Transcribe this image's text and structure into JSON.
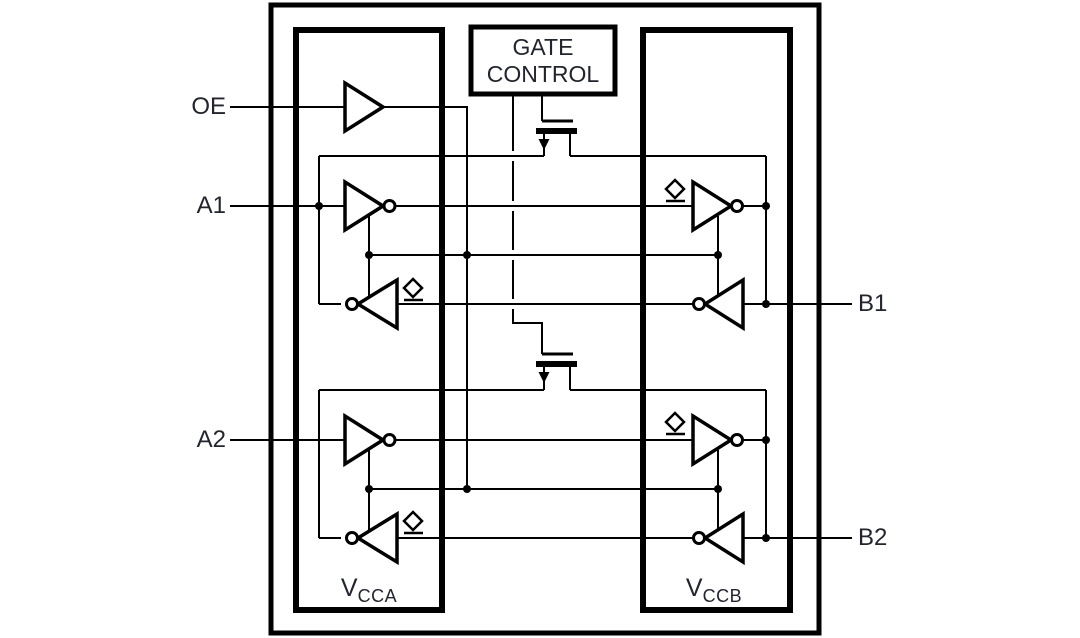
{
  "diagram": {
    "type": "ic-functional-block-diagram",
    "description": "Two-bit auto-direction level translator block diagram with OE buffer, gate-controlled N-channel pass transistors and one-shot edge accelerators",
    "pins": {
      "oe": "OE",
      "a1": "A1",
      "a2": "A2",
      "b1": "B1",
      "b2": "B2"
    },
    "gate_control": {
      "line1": "GATE",
      "line2": "CONTROL"
    },
    "supply_domains": {
      "a_side": {
        "main": "V",
        "sub": "CCA"
      },
      "b_side": {
        "main": "V",
        "sub": "CCB"
      }
    },
    "components": {
      "oe_buffer": "non-inverting buffer",
      "channels": [
        {
          "a_pin": "A1",
          "b_pin": "B1",
          "a_driver": "inverting buffer",
          "a_oneshot": "inverting one-shot driver (diamond symbol)",
          "b_oneshot": "inverting one-shot driver (diamond symbol)",
          "b_receiver": "inverting buffer",
          "pass_element": "n-channel pass transistor"
        },
        {
          "a_pin": "A2",
          "b_pin": "B2",
          "a_driver": "inverting buffer",
          "a_oneshot": "inverting one-shot driver (diamond symbol)",
          "b_oneshot": "inverting one-shot driver (diamond symbol)",
          "b_receiver": "inverting buffer",
          "pass_element": "n-channel pass transistor"
        }
      ],
      "oneshot_symbol": "diamond-with-underline"
    },
    "colors": {
      "line": "#000000",
      "text": "#22252e",
      "background": "#ffffff"
    }
  }
}
